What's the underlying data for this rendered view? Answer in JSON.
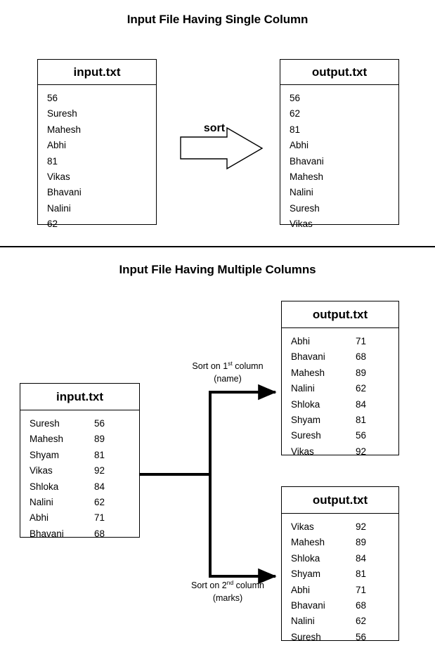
{
  "sections": {
    "single": {
      "title": "Input File Having Single Column",
      "input": {
        "filename": "input.txt",
        "rows": [
          "56",
          "Suresh",
          "Mahesh",
          "Abhi",
          "81",
          "Vikas",
          "Bhavani",
          "Nalini",
          "62"
        ]
      },
      "output": {
        "filename": "output.txt",
        "rows": [
          "56",
          "62",
          "81",
          "Abhi",
          "Bhavani",
          "Mahesh",
          "Nalini",
          "Suresh",
          "Vikas"
        ]
      },
      "arrow_label": "sort"
    },
    "multi": {
      "title": "Input File Having Multiple Columns",
      "input": {
        "filename": "input.txt",
        "rows": [
          {
            "name": "Suresh",
            "marks": "56"
          },
          {
            "name": "Mahesh",
            "marks": "89"
          },
          {
            "name": "Shyam",
            "marks": "81"
          },
          {
            "name": "Vikas",
            "marks": "92"
          },
          {
            "name": "Shloka",
            "marks": "84"
          },
          {
            "name": "Nalini",
            "marks": "62"
          },
          {
            "name": "Abhi",
            "marks": "71"
          },
          {
            "name": "Bhavani",
            "marks": "68"
          }
        ]
      },
      "branch_name": {
        "label_main": "Sort on 1",
        "label_sup": "st",
        "label_rest": " column",
        "label_line2": "(name)",
        "output": {
          "filename": "output.txt",
          "rows": [
            {
              "name": "Abhi",
              "marks": "71"
            },
            {
              "name": "Bhavani",
              "marks": "68"
            },
            {
              "name": "Mahesh",
              "marks": "89"
            },
            {
              "name": "Nalini",
              "marks": "62"
            },
            {
              "name": "Shloka",
              "marks": "84"
            },
            {
              "name": "Shyam",
              "marks": "81"
            },
            {
              "name": "Suresh",
              "marks": "56"
            },
            {
              "name": "Vikas",
              "marks": "92"
            }
          ]
        }
      },
      "branch_marks": {
        "label_main": "Sort on 2",
        "label_sup": "nd",
        "label_rest": " column",
        "label_line2": "(marks)",
        "output": {
          "filename": "output.txt",
          "rows": [
            {
              "name": "Vikas",
              "marks": "92"
            },
            {
              "name": "Mahesh",
              "marks": "89"
            },
            {
              "name": "Shloka",
              "marks": "84"
            },
            {
              "name": "Shyam",
              "marks": "81"
            },
            {
              "name": "Abhi",
              "marks": "71"
            },
            {
              "name": "Bhavani",
              "marks": "68"
            },
            {
              "name": "Nalini",
              "marks": "62"
            },
            {
              "name": "Suresh",
              "marks": "56"
            }
          ]
        }
      }
    }
  },
  "colors": {
    "stroke": "#000000",
    "background": "#ffffff"
  }
}
